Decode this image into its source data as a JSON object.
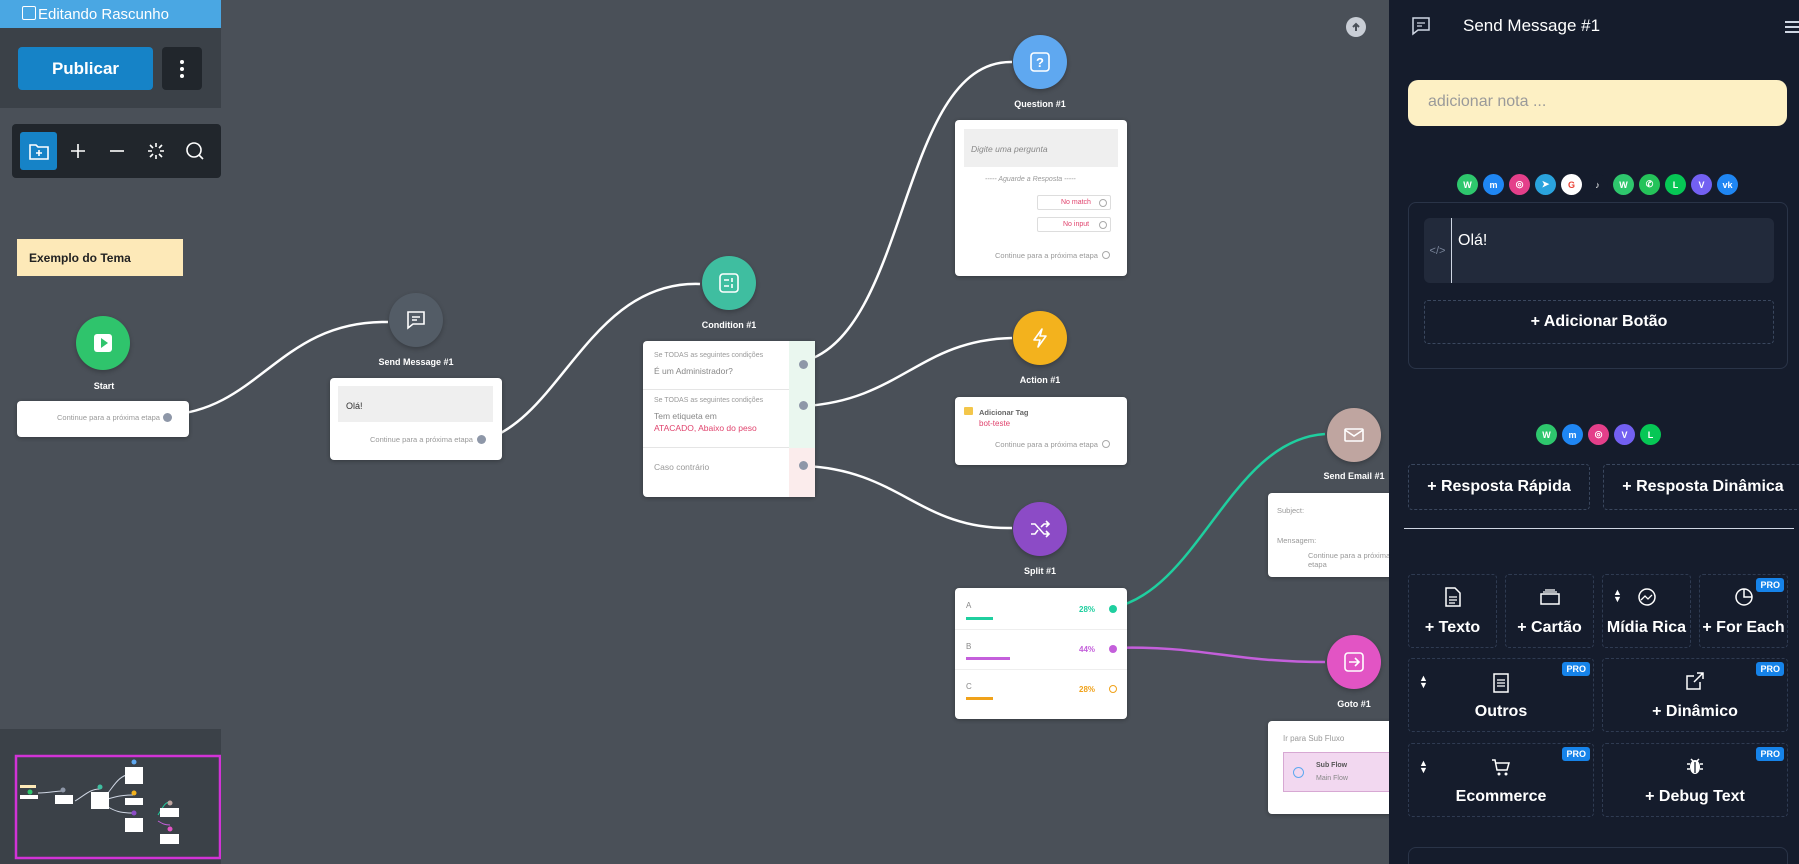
{
  "left": {
    "draft_label": "Editando Rascunho",
    "publish_label": "Publicar",
    "theme_note": "Exemplo do Tema"
  },
  "nodes": {
    "start": {
      "label": "Start",
      "continue": "Continue para a próxima etapa"
    },
    "send_message": {
      "label": "Send Message #1",
      "text": "Olá!",
      "continue": "Continue para a próxima etapa"
    },
    "condition": {
      "label": "Condition #1",
      "branches": [
        {
          "header": "Se TODAS as seguintes condições",
          "line1": "É um Administrador?",
          "line2": ""
        },
        {
          "header": "Se TODAS as seguintes condições",
          "line1": "Tem etiqueta em",
          "line2": "ATACADO, Abaixo do peso"
        }
      ],
      "else": "Caso contrário"
    },
    "question": {
      "label": "Question #1",
      "prompt": "Digite uma pergunta",
      "await": "----- Aguarde a Resposta -----",
      "no_match": "No match",
      "no_input": "No input",
      "continue": "Continue para a próxima etapa"
    },
    "action": {
      "label": "Action #1",
      "title": "Adicionar Tag",
      "tag": "bot-teste",
      "continue": "Continue para a próxima etapa"
    },
    "split": {
      "label": "Split #1",
      "rows": [
        {
          "name": "A",
          "pct": "28%",
          "color": "#1fcf9f"
        },
        {
          "name": "B",
          "pct": "44%",
          "color": "#c45fdb"
        },
        {
          "name": "C",
          "pct": "28%",
          "color": "#f0a21a"
        }
      ]
    },
    "send_email": {
      "label": "Send Email #1",
      "subject": "Subject:",
      "message": "Mensagem:",
      "continue": "Continue para a próxima etapa"
    },
    "goto": {
      "label": "Goto #1",
      "title": "Ir para Sub Fluxo",
      "sub": "Sub Flow",
      "main": "Main Flow"
    }
  },
  "panel": {
    "title": "Send Message #1",
    "note_placeholder": "adicionar nota ...",
    "message_text": "Olá!",
    "add_button": "+ Adicionar Botão",
    "quick_reply": "+ Resposta Rápida",
    "dynamic_reply": "+ Resposta Dinâmica",
    "tiles": {
      "texto": "+ Texto",
      "cartao": "+ Cartão",
      "midia": "Mídia Rica",
      "foreach": "+ For Each",
      "outros": "Outros",
      "dinamico": "+ Dinâmico",
      "ecommerce": "Ecommerce",
      "debug": "+ Debug Text"
    },
    "pro_badge": "PRO"
  },
  "colors": {
    "canvas": "#4a5058",
    "panel": "#151c2c",
    "primary": "#1683c7",
    "start": "#2fc46c",
    "condition": "#3fbea0",
    "question": "#5fa8f0",
    "action": "#f3b21d",
    "split": "#8c4bc6",
    "email": "#bfa5a0",
    "goto": "#e254c4"
  },
  "icons": [
    "edit-icon",
    "folder-plus-icon",
    "plus-icon",
    "minus-icon",
    "sparkle-icon",
    "search-icon",
    "play-icon",
    "chat-icon",
    "condition-icon",
    "question-icon",
    "lightning-icon",
    "shuffle-icon",
    "mail-icon",
    "goto-icon",
    "upload-icon",
    "menu-icon"
  ]
}
